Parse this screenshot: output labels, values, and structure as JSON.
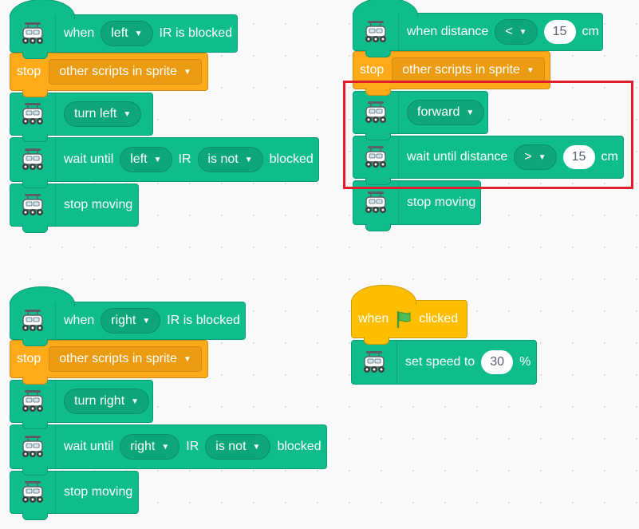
{
  "scripts": [
    {
      "blocks": [
        {
          "kind": "hat",
          "color": "green",
          "parts": [
            {
              "t": "text",
              "v": "when"
            },
            {
              "t": "dd",
              "v": "left"
            },
            {
              "t": "text",
              "v": "IR is blocked"
            }
          ]
        },
        {
          "kind": "stop",
          "color": "orange",
          "parts": [
            {
              "t": "text",
              "v": "stop"
            },
            {
              "t": "dd",
              "v": "other scripts in sprite"
            }
          ]
        },
        {
          "kind": "cmd",
          "color": "green",
          "parts": [
            {
              "t": "dd",
              "v": "turn left"
            }
          ]
        },
        {
          "kind": "cmd",
          "color": "green",
          "parts": [
            {
              "t": "text",
              "v": "wait until"
            },
            {
              "t": "dd",
              "v": "left"
            },
            {
              "t": "text",
              "v": "IR"
            },
            {
              "t": "dd",
              "v": "is not"
            },
            {
              "t": "text",
              "v": "blocked"
            }
          ]
        },
        {
          "kind": "cmd",
          "color": "green",
          "parts": [
            {
              "t": "text",
              "v": "stop moving"
            }
          ]
        }
      ]
    },
    {
      "blocks": [
        {
          "kind": "hat",
          "color": "green",
          "parts": [
            {
              "t": "text",
              "v": "when distance"
            },
            {
              "t": "dd",
              "v": "<"
            },
            {
              "t": "num",
              "v": "15"
            },
            {
              "t": "text",
              "v": "cm"
            }
          ]
        },
        {
          "kind": "stop",
          "color": "orange",
          "parts": [
            {
              "t": "text",
              "v": "stop"
            },
            {
              "t": "dd",
              "v": "other scripts in sprite"
            }
          ]
        },
        {
          "kind": "cmd",
          "color": "green",
          "parts": [
            {
              "t": "dd",
              "v": "forward"
            }
          ]
        },
        {
          "kind": "cmd",
          "color": "green",
          "parts": [
            {
              "t": "text",
              "v": "wait until distance"
            },
            {
              "t": "dd",
              "v": ">"
            },
            {
              "t": "num",
              "v": "15"
            },
            {
              "t": "text",
              "v": "cm"
            }
          ]
        },
        {
          "kind": "cmd",
          "color": "green",
          "parts": [
            {
              "t": "text",
              "v": "stop moving"
            }
          ]
        }
      ]
    },
    {
      "blocks": [
        {
          "kind": "hat",
          "color": "green",
          "parts": [
            {
              "t": "text",
              "v": "when"
            },
            {
              "t": "dd",
              "v": "right"
            },
            {
              "t": "text",
              "v": "IR is blocked"
            }
          ]
        },
        {
          "kind": "stop",
          "color": "orange",
          "parts": [
            {
              "t": "text",
              "v": "stop"
            },
            {
              "t": "dd",
              "v": "other scripts in sprite"
            }
          ]
        },
        {
          "kind": "cmd",
          "color": "green",
          "parts": [
            {
              "t": "dd",
              "v": "turn right"
            }
          ]
        },
        {
          "kind": "cmd",
          "color": "green",
          "parts": [
            {
              "t": "text",
              "v": "wait until"
            },
            {
              "t": "dd",
              "v": "right"
            },
            {
              "t": "text",
              "v": "IR"
            },
            {
              "t": "dd",
              "v": "is not"
            },
            {
              "t": "text",
              "v": "blocked"
            }
          ]
        },
        {
          "kind": "cmd",
          "color": "green",
          "parts": [
            {
              "t": "text",
              "v": "stop moving"
            }
          ]
        }
      ]
    },
    {
      "blocks": [
        {
          "kind": "flag-hat",
          "color": "yellow",
          "parts": [
            {
              "t": "text",
              "v": "when"
            },
            {
              "t": "icon",
              "v": "green-flag-icon"
            },
            {
              "t": "text",
              "v": "clicked"
            }
          ]
        },
        {
          "kind": "cmd",
          "color": "green",
          "parts": [
            {
              "t": "text",
              "v": "set speed to"
            },
            {
              "t": "num",
              "v": "30"
            },
            {
              "t": "text",
              "v": "%"
            }
          ]
        }
      ]
    }
  ],
  "colors": {
    "motion_green": "#0fbd8c",
    "control_orange": "#ffab19",
    "event_yellow": "#ffbf00",
    "highlight_red": "#e21c2a"
  },
  "icons": {
    "sprite": "robot-car-icon",
    "dropdown": "caret-down-icon",
    "flag": "green-flag-icon"
  }
}
